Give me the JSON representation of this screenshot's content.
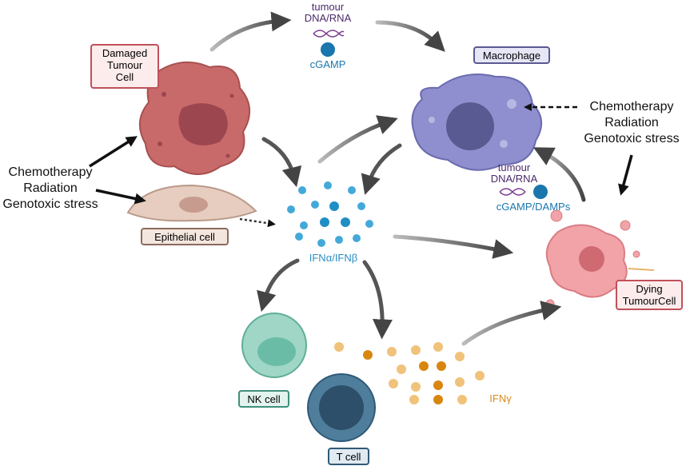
{
  "labels": {
    "damaged_tumour_cell": [
      "Damaged",
      "Tumour",
      "Cell"
    ],
    "macrophage": "Macrophage",
    "epithelial_cell": "Epithelial cell",
    "dying_tumour_cell": [
      "Dying",
      "TumourCell"
    ],
    "nk_cell": "NK cell",
    "t_cell": "T cell",
    "ifn_ab": "IFNα/IFNβ",
    "ifn_g": "IFNγ",
    "tumour_dna_top": [
      "tumour",
      "DNA/RNA"
    ],
    "cgamp_top": "cGAMP",
    "tumour_dna_right": [
      "tumour",
      "DNA/RNA"
    ],
    "cgamp_damps": "cGAMP/DAMPs"
  },
  "stimuli_left": [
    "Chemotherapy",
    "Radiation",
    "Genotoxic stress"
  ],
  "stimuli_right": [
    "Chemotherapy",
    "Radiation",
    "Genotoxic stress"
  ],
  "colors": {
    "tumour_red": "#c96a6a",
    "macrophage_purple": "#8f8fcf",
    "epithelial_beige": "#e6cdbf",
    "dying_pink": "#f1a3a7",
    "nk_teal": "#9fd6c6",
    "t_cell_blue": "#4f7e9c",
    "ifn_blue": "#43a9d9",
    "ifn_gamma_orange": "#e3a03b",
    "arrow_grey": "#555555"
  }
}
